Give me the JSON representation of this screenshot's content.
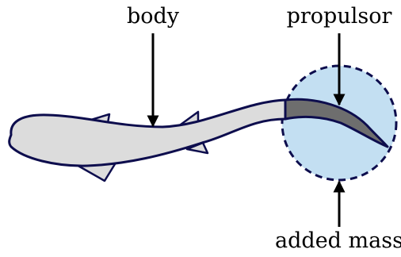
{
  "labels": {
    "body": "body",
    "propulsor": "propulsor",
    "added_mass": "added mass"
  },
  "colors": {
    "outline": "#0d0d4d",
    "body_fill": "#dcdcdc",
    "propulsor_fill": "#6e6e6e",
    "added_mass_fill": "#c3dff2",
    "arrow": "#000000"
  }
}
